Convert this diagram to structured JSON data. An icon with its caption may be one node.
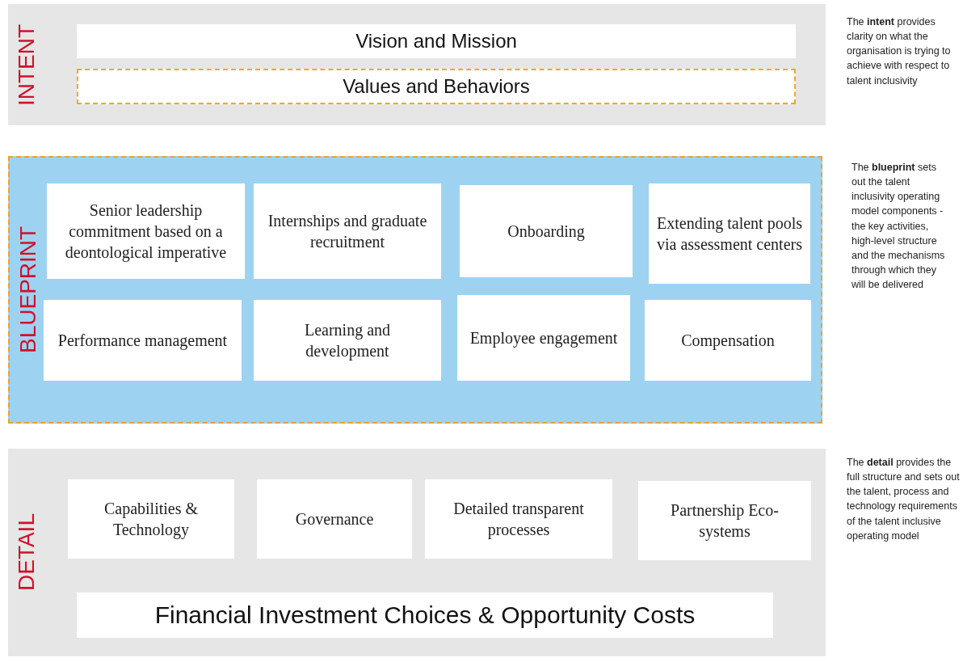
{
  "diagram": {
    "nodes": [
      {
        "text": [
          "INTENT"
        ],
        "beside": [
          "The **intent** provides clarity on what the organisation is trying to achieve with respect to talent inclusivity"
        ]
      },
      {
        "text": [
          "Vision and Mission"
        ],
        "in": 0
      },
      {
        "text": [
          "Values and Behaviors"
        ],
        "in": 0
      },
      {
        "text": [
          "BLUEPRINT"
        ],
        "beside": [
          "The **blueprint** sets out the talent inclusivity operating model components - the key activities, high-level structure and the mechanisms through which they will be delivered"
        ]
      },
      {
        "text": [
          "Senior leadership commitment based on a deontological imperative"
        ],
        "in": 3
      },
      {
        "text": [
          "Internships and graduate recruitment"
        ],
        "in": 3
      },
      {
        "text": [
          "Onboarding"
        ],
        "in": 3
      },
      {
        "text": [
          "Extending talent pools via assessment centers"
        ],
        "in": 3
      },
      {
        "text": [
          "Performance management"
        ],
        "in": 3
      },
      {
        "text": [
          "Learning and development"
        ],
        "in": 3
      },
      {
        "text": [
          "Employee engagement"
        ],
        "in": 3
      },
      {
        "text": [
          "Compensation"
        ],
        "in": 3
      },
      {
        "text": [
          "DETAIL"
        ],
        "beside": [
          "The **detail** provides the full structure and sets out the talent, process and technology requirements of the talent inclusive operating model"
        ]
      },
      {
        "text": [
          "Capabilities & Technology"
        ],
        "in": 12
      },
      {
        "text": [
          "Governance"
        ],
        "in": 12
      },
      {
        "text": [
          "Detailed transparent processes"
        ],
        "in": 12
      },
      {
        "text": [
          "Partnership Eco-systems"
        ],
        "in": 12
      },
      {
        "text": [
          "Financial Investment Choices & Opportunity Costs"
        ],
        "in": 12
      }
    ],
    "edges": []
  }
}
